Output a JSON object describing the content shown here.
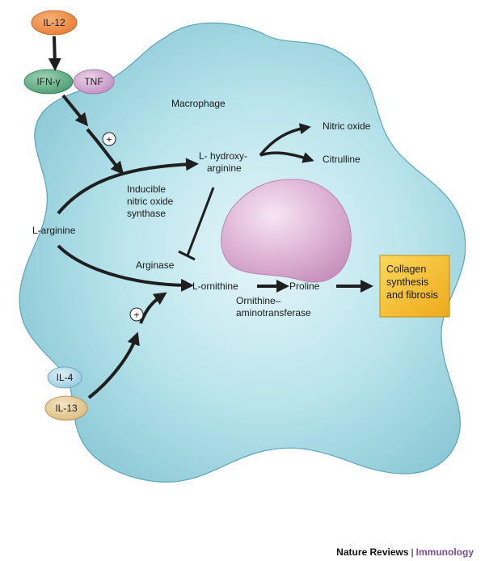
{
  "colors": {
    "cell_fill": "#a8dde6",
    "cell_edge": "#5ba6b8",
    "nucleus": "#d9a6cf",
    "il12": "#ef8a3a",
    "ifn": "#4fa37a",
    "tnf": "#c89ac8",
    "il4": "#a9d6e8",
    "il13": "#e6c98f",
    "collagen_box": "#f5c324",
    "arrow": "#1f1f1f",
    "credit_journal": "#7b4a9a"
  },
  "cytokines": {
    "il12": "IL-12",
    "ifn_gamma": "IFN-γ",
    "tnf": "TNF",
    "il4": "IL-4",
    "il13": "IL-13"
  },
  "plus_symbol": "+",
  "cell_label": "Macrophage",
  "molecules": {
    "l_arginine": "L-arginine",
    "l_hydroxy_line1": "L- hydroxy-",
    "l_hydroxy_line2": "arginine",
    "nitric_oxide": "Nitric oxide",
    "citrulline": "Citrulline",
    "l_ornithine": "L-ornithine",
    "proline": "Proline"
  },
  "enzymes": {
    "inos_line1": "Inducible",
    "inos_line2": "nitric oxide",
    "inos_line3": "synthase",
    "arginase": "Arginase",
    "oat_line1": "Ornithine–",
    "oat_line2": "aminotransferase"
  },
  "outcome": {
    "line1": "Collagen",
    "line2": "synthesis",
    "line3": "and fibrosis"
  },
  "credit": {
    "publisher": "Nature Reviews",
    "separator": "|",
    "journal": "Immunology"
  },
  "icons": [
    "arrow-icon",
    "inhibition-icon",
    "plus-icon"
  ]
}
